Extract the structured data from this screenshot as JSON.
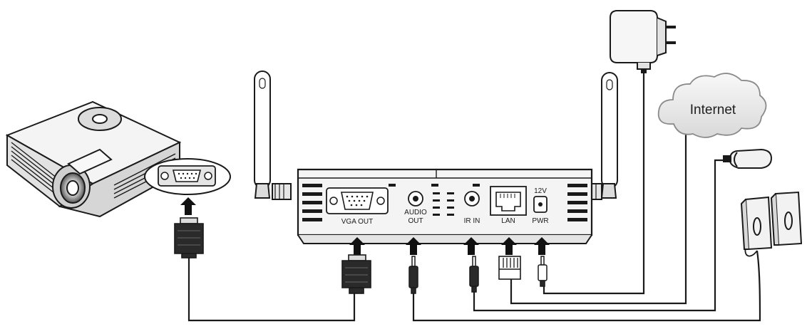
{
  "cloud": {
    "label": "Internet"
  },
  "ports": {
    "vga": "VGA OUT",
    "audio_line1": "AUDIO",
    "audio_line2": "OUT",
    "ir": "IR IN",
    "lan": "LAN",
    "pwr_top": "12V",
    "pwr": "PWR"
  },
  "colors": {
    "line": "#1a1a1a",
    "cloud_fill": "#ececec",
    "device_fill": "#f4f4f4"
  },
  "icons": [
    "projector",
    "power-adapter",
    "internet-cloud",
    "ir-receiver",
    "speakers",
    "wireless-antenna",
    "vga-connector",
    "audio-jack",
    "rj45-plug",
    "arrow-up"
  ]
}
